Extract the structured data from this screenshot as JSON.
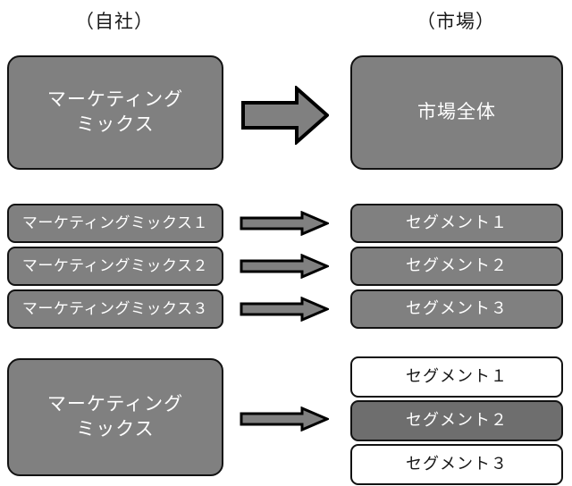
{
  "headers": {
    "company": "（自社）",
    "market": "（市場）"
  },
  "colors": {
    "box_fill_gray": "#808080",
    "box_fill_dark_gray": "#6e6e6e",
    "box_fill_white": "#ffffff",
    "box_border": "#121212",
    "text_on_gray": "#ffffff",
    "text_on_white": "#161616",
    "arrow_fill": "#808080",
    "arrow_stroke": "#000000",
    "background": "#ffffff"
  },
  "rows": [
    {
      "name": "mass-marketing",
      "left": {
        "label": "マーケティング\nミックス"
      },
      "arrow": {
        "icon": "right-block-arrow-large"
      },
      "right": [
        {
          "label": "市場全体",
          "filled": true
        }
      ]
    },
    {
      "name": "differentiated-marketing",
      "left": [
        {
          "label": "マーケティングミックス１"
        },
        {
          "label": "マーケティングミックス２"
        },
        {
          "label": "マーケティングミックス３"
        }
      ],
      "arrows": [
        {
          "icon": "right-block-arrow-small"
        },
        {
          "icon": "right-block-arrow-small"
        },
        {
          "icon": "right-block-arrow-small"
        }
      ],
      "right": [
        {
          "label": "セグメント１",
          "filled": true
        },
        {
          "label": "セグメント２",
          "filled": true
        },
        {
          "label": "セグメント３",
          "filled": true
        }
      ]
    },
    {
      "name": "concentrated-marketing",
      "left": {
        "label": "マーケティング\nミックス"
      },
      "arrow": {
        "icon": "right-block-arrow-small"
      },
      "right": [
        {
          "label": "セグメント１",
          "filled": false
        },
        {
          "label": "セグメント２",
          "filled": true
        },
        {
          "label": "セグメント３",
          "filled": false
        }
      ]
    }
  ]
}
